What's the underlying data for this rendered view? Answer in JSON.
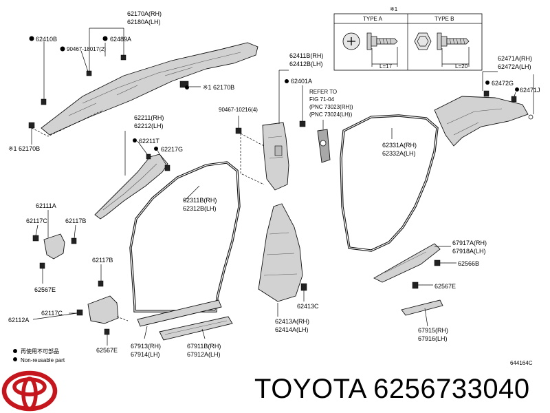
{
  "callouts": {
    "c62170A": "62170A(RH)",
    "c62180A": "62180A(LH)",
    "c62410B": "62410B",
    "c90467_18017": "90467-18017(2)",
    "c62489A": "62489A",
    "c62170B_a": "※1 62170B",
    "c62170B_b": "※1 62170B",
    "c62211": "62211(RH)",
    "c62212": "62212(LH)",
    "c62211T": "62211T",
    "c62217G": "62217G",
    "c62111A": "62111A",
    "c62117C_a": "62117C",
    "c62117B_a": "62117B",
    "c62567E_a": "62567E",
    "c62117B_b": "62117B",
    "c62112A": "62112A",
    "c62117C_b": "62117C",
    "c62567E_b": "62567E",
    "c62311B": "62311B(RH)",
    "c62312B": "62312B(LH)",
    "c90467_10216": "90467-10216(4)",
    "c62411B": "62411B(RH)",
    "c62412B": "62412B(LH)",
    "c62401A": "62401A",
    "c_refer1": "REFER TO",
    "c_refer2": "FIG 71-04",
    "c_refer3": "(PNC 73023(RH))",
    "c_refer4": "(PNC 73024(LH))",
    "c62331A": "62331A(RH)",
    "c62332A": "62332A(LH)",
    "c62471A": "62471A(RH)",
    "c62472A": "62472A(LH)",
    "c62472G": "62472G",
    "c62471J": "62471J",
    "c67917A": "67917A(RH)",
    "c67918A": "67918A(LH)",
    "c62566B": "62566B",
    "c62567E_c": "62567E",
    "c62413C": "62413C",
    "c62413A": "62413A(RH)",
    "c62414A": "62414A(LH)",
    "c67913": "67913(RH)",
    "c67914": "67914(LH)",
    "c67911B": "67911B(RH)",
    "c67912A": "67912A(LH)",
    "c67915": "67915(RH)",
    "c67916": "67916(LH)"
  },
  "type_table": {
    "mark": "※1",
    "type_a": "TYPE A",
    "type_b": "TYPE B",
    "len_a": "L=17",
    "len_b": "L=20"
  },
  "legend": {
    "reusable_jp": "再使用不可部品",
    "non_reusable": "Non-reusable part"
  },
  "diagram_code": "644164C",
  "brand": {
    "logo": "toyota-logo",
    "part_number_text": "TOYOTA 6256733040",
    "logo_color": "#c4161c"
  }
}
